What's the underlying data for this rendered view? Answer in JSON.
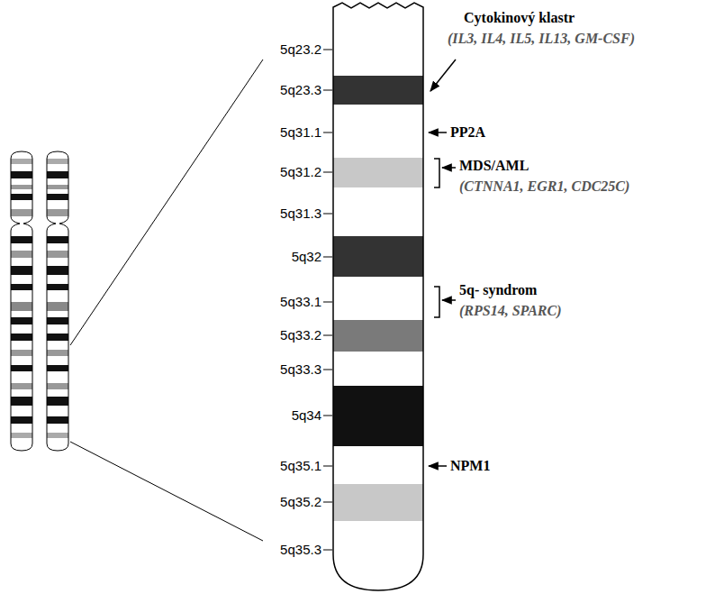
{
  "diagram": {
    "labels": [
      "5q23.2",
      "5q23.3",
      "5q31.1",
      "5q31.2",
      "5q31.3",
      "5q32",
      "5q33.1",
      "5q33.2",
      "5q33.3",
      "5q34",
      "5q35.1",
      "5q35.2",
      "5q35.3",
      "Cytokinový klastr",
      "(IL3, IL4, IL5, IL13, GM-CSF)",
      "PP2A",
      "MDS/AML",
      "(CTNNA1, EGR1, CDC25C)",
      "5q- syndrom",
      "(RPS14, SPARC)",
      "NPM1"
    ]
  }
}
